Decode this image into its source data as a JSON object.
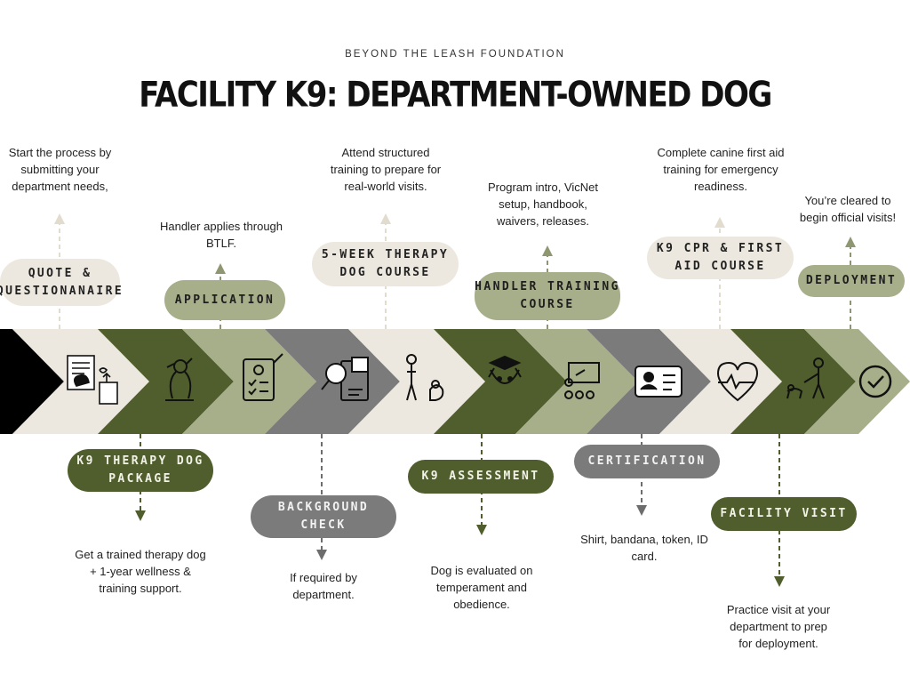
{
  "org": "BEYOND THE LEASH FOUNDATION",
  "title": "FACILITY K9: DEPARTMENT-OWNED DOG",
  "steps": {
    "quote": {
      "label": "QUOTE &\nQUESTIONANAIRE",
      "desc": "Start the process by submitting your department needs,"
    },
    "package": {
      "label": "K9 THERAPY DOG\nPACKAGE",
      "desc": "Get a trained therapy dog + 1-year wellness & training support."
    },
    "application": {
      "label": "APPLICATION",
      "desc": "Handler applies through BTLF."
    },
    "background": {
      "label": "BACKGROUND\nCHECK",
      "desc": "If required by department."
    },
    "course": {
      "label": "5-WEEK THERAPY\nDOG COURSE",
      "desc": "Attend structured training to prepare for real-world visits."
    },
    "assessment": {
      "label": "K9 ASSESSMENT",
      "desc": "Dog is evaluated on temperament and obedience."
    },
    "handler": {
      "label": "HANDLER TRAINING\nCOURSE",
      "desc": "Program intro, VicNet setup, handbook, waivers, releases."
    },
    "certification": {
      "label": "CERTIFICATION",
      "desc": "Shirt, bandana, token, ID card."
    },
    "cpr": {
      "label": "K9 CPR & FIRST\nAID COURSE",
      "desc": "Complete canine first aid training for emergency readiness."
    },
    "visit": {
      "label": "FACILITY VISIT",
      "desc": "Practice visit at your department to prep for deployment."
    },
    "deployment": {
      "label": "DEPLOYMENT",
      "desc": "You’re cleared to begin official visits!"
    }
  },
  "icons": [
    "form-and-dog-documents-icon",
    "sitting-dog-icon",
    "clipboard-checklist-icon",
    "magnifier-document-icon",
    "trainer-with-dog-icon",
    "dog-graduate-icon",
    "presentation-class-icon",
    "id-card-icon",
    "heartbeat-icon",
    "walking-dog-icon",
    "checkmark-circle-icon"
  ],
  "colors": {
    "black": "#000000",
    "cream": "#ede8df",
    "olive": "#4f5e2c",
    "sage": "#a7ae8a",
    "grey": "#7b7b7b"
  }
}
